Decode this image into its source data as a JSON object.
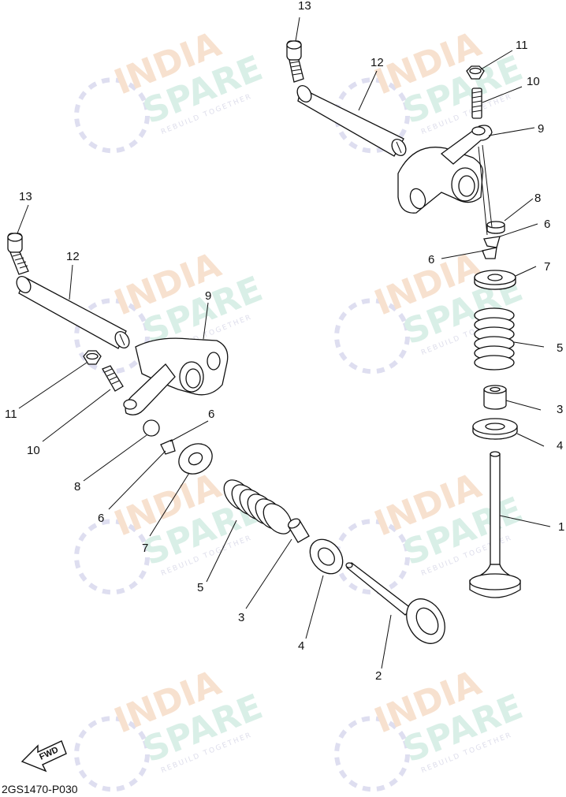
{
  "diagram": {
    "watermark": {
      "line1": "INDIA",
      "line2": "SPARE",
      "tagline": "REBUILD TOGETHER"
    },
    "callouts": [
      {
        "id": "c13a",
        "label": "13"
      },
      {
        "id": "c12a",
        "label": "12"
      },
      {
        "id": "c11a",
        "label": "11"
      },
      {
        "id": "c10a",
        "label": "10"
      },
      {
        "id": "c9a",
        "label": "9"
      },
      {
        "id": "c8a",
        "label": "8"
      },
      {
        "id": "c6a",
        "label": "6"
      },
      {
        "id": "c6b",
        "label": "6"
      },
      {
        "id": "c7a",
        "label": "7"
      },
      {
        "id": "c5a",
        "label": "5"
      },
      {
        "id": "c3a",
        "label": "3"
      },
      {
        "id": "c4a",
        "label": "4"
      },
      {
        "id": "c1a",
        "label": "1"
      },
      {
        "id": "c13b",
        "label": "13"
      },
      {
        "id": "c12b",
        "label": "12"
      },
      {
        "id": "c11b",
        "label": "11"
      },
      {
        "id": "c10b",
        "label": "10"
      },
      {
        "id": "c9b",
        "label": "9"
      },
      {
        "id": "c8b",
        "label": "8"
      },
      {
        "id": "c6c",
        "label": "6"
      },
      {
        "id": "c6d",
        "label": "6"
      },
      {
        "id": "c7b",
        "label": "7"
      },
      {
        "id": "c5b",
        "label": "5"
      },
      {
        "id": "c3b",
        "label": "3"
      },
      {
        "id": "c4b",
        "label": "4"
      },
      {
        "id": "c2a",
        "label": "2"
      }
    ],
    "fwd_label": "FWD",
    "drawing_code": "2GS1470-P030"
  }
}
